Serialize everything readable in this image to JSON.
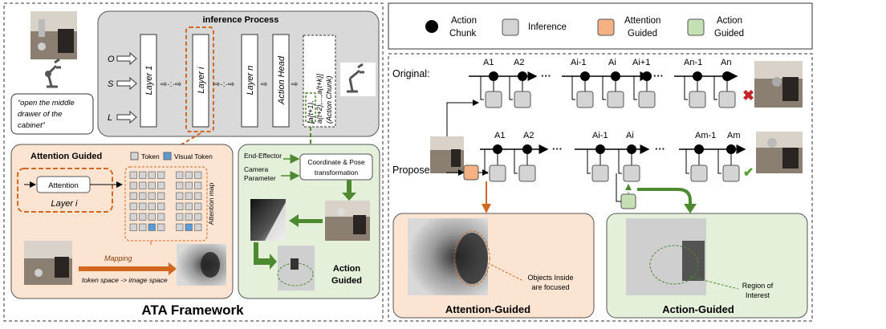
{
  "left": {
    "instruction": [
      "“open the middle",
      "drawer of the",
      "cabinet”"
    ],
    "process_title": "inference Process",
    "inputs": [
      "O",
      "S",
      "L"
    ],
    "layers": [
      "Layer 1",
      "Layer i",
      "Layer n",
      "Action Head"
    ],
    "chunk_seq": "a{t+2},...,a{t+k}]",
    "chunk_first": "[a{t+1},",
    "chunk_label": "(Action Chunk)",
    "attention_guided": {
      "title": "Attention Guided",
      "legend_token": "Token",
      "legend_visual": "Visual Token",
      "attention_box": "Attention",
      "layer_label": "Layer i",
      "attention_map": "Attention map",
      "mapping": "Mapping",
      "mapping_sub": "token space -> image space"
    },
    "action_guided": {
      "end_effector": "End-Effector",
      "camera": [
        "Camera",
        "Parameter"
      ],
      "transform": [
        "Coordinate & Pose",
        "transformation"
      ],
      "title": [
        "Action",
        "Guided"
      ]
    },
    "framework_title": "ATA Framework"
  },
  "right": {
    "legend": {
      "chunk": [
        "Action",
        "Chunk"
      ],
      "inference": "Inference",
      "attention": [
        "Attention",
        "Guided"
      ],
      "action": [
        "Action",
        "Guided"
      ]
    },
    "original_label": "Original:",
    "proposed_label": "Proposed:",
    "original_nodes": [
      "A1",
      "A2",
      "Ai-1",
      "Ai",
      "Ai+1",
      "An-1",
      "An"
    ],
    "proposed_nodes": [
      "A1",
      "A2",
      "Ai-1",
      "Ai",
      "Am-1",
      "Am"
    ],
    "attention_panel": {
      "title": "Attention-Guided",
      "note": [
        "Objects Inside",
        "are focused"
      ]
    },
    "action_panel": {
      "title": "Action-Guided",
      "note": [
        "Region of",
        "Interest"
      ]
    }
  },
  "colors": {
    "orange": "#d0691f",
    "green": "#4d8a2f",
    "gray_box": "#d4d4d4",
    "peach": "#fce4d3",
    "mint": "#e5f0da"
  }
}
